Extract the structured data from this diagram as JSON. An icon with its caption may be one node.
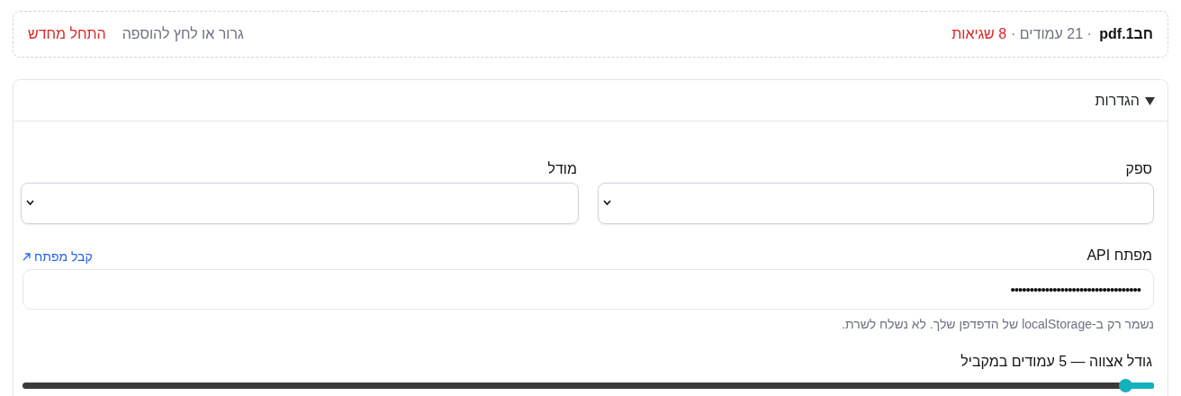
{
  "diagram": {
    "nodes": [
      {
        "text": [
          "**חב1.pdf** · 21 עמודים ·",
          "8 שגיאות",
          "גרור או לחץ להוספה",
          "התחל מחדש"
        ]
      },
      {
        "text": [
          "הגדרות"
        ]
      },
      {
        "text": [
          "ספק"
        ],
        "in": 1
      },
      {
        "text": [
          "מודל"
        ],
        "in": 1
      },
      {
        "text": [
          "מפתח API",
          "קבל מפתח",
          "••••••••••••••••••••••••••••••••••"
        ],
        "in": 1,
        "beside": [
          "נשמר רק ב-localStorage של הדפדפן שלך. לא נשלח לשרת."
        ]
      },
      {
        "text": [
          "גודל אצווה — 5 עמודים במקביל"
        ],
        "in": 1
      }
    ]
  }
}
